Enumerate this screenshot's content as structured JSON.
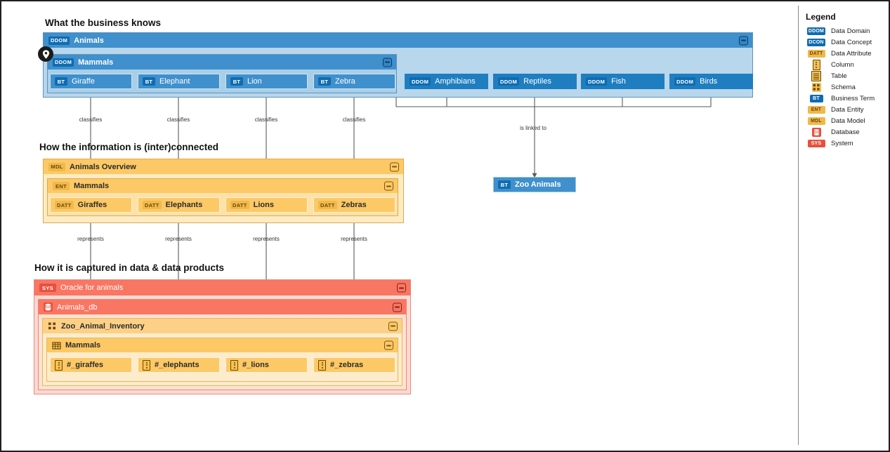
{
  "sections": [
    {
      "title": "What the business knows"
    },
    {
      "title": "How the information is (inter)connected"
    },
    {
      "title": "How it is captured in data & data products"
    }
  ],
  "business": {
    "domain": {
      "tag": "DDOM",
      "label": "Animals"
    },
    "subdomain": {
      "tag": "DDOM",
      "label": "Mammals"
    },
    "terms": [
      {
        "tag": "BT",
        "label": "Giraffe"
      },
      {
        "tag": "BT",
        "label": "Elephant"
      },
      {
        "tag": "BT",
        "label": "Lion"
      },
      {
        "tag": "BT",
        "label": "Zebra"
      }
    ],
    "sibling_domains": [
      {
        "tag": "DDOM",
        "label": "Amphibians"
      },
      {
        "tag": "DDOM",
        "label": "Reptiles"
      },
      {
        "tag": "DDOM",
        "label": "Fish"
      },
      {
        "tag": "DDOM",
        "label": "Birds"
      }
    ],
    "linked_term": {
      "tag": "BT",
      "label": "Zoo Animals"
    }
  },
  "model": {
    "data_model": {
      "tag": "MDL",
      "label": "Animals Overview"
    },
    "entity": {
      "tag": "ENT",
      "label": "Mammals"
    },
    "attributes": [
      {
        "tag": "DATT",
        "label": "Giraffes"
      },
      {
        "tag": "DATT",
        "label": "Elephants"
      },
      {
        "tag": "DATT",
        "label": "Lions"
      },
      {
        "tag": "DATT",
        "label": "Zebras"
      }
    ]
  },
  "data": {
    "system": {
      "tag": "SYS",
      "label": "Oracle for animals"
    },
    "database": {
      "label": "Animals_db"
    },
    "schema": {
      "label": "Zoo_Animal_Inventory"
    },
    "table": {
      "label": "Mammals"
    },
    "columns": [
      {
        "label": "#_giraffes"
      },
      {
        "label": "#_elephants"
      },
      {
        "label": "#_lions"
      },
      {
        "label": "#_zebras"
      }
    ]
  },
  "edges": {
    "classifies": [
      "classifies",
      "classifies",
      "classifies",
      "classifies"
    ],
    "represents": [
      "represents",
      "represents",
      "represents",
      "represents"
    ],
    "linked": "is linked to"
  },
  "legend": {
    "title": "Legend",
    "items": [
      {
        "tag": "DDOM",
        "label": "Data Domain",
        "style": "blue"
      },
      {
        "tag": "DCON",
        "label": "Data Concept",
        "style": "blue"
      },
      {
        "tag": "DATT",
        "label": "Data Attribute",
        "style": "org"
      },
      {
        "tag": "",
        "label": "Column",
        "style": "icon-column"
      },
      {
        "tag": "",
        "label": "Table",
        "style": "icon-table"
      },
      {
        "tag": "",
        "label": "Schema",
        "style": "icon-schema"
      },
      {
        "tag": "BT",
        "label": "Business Term",
        "style": "blue"
      },
      {
        "tag": "ENT",
        "label": "Data Entity",
        "style": "org"
      },
      {
        "tag": "MDL",
        "label": "Data Model",
        "style": "org"
      },
      {
        "tag": "",
        "label": "Database",
        "style": "icon-db"
      },
      {
        "tag": "SYS",
        "label": "System",
        "style": "red"
      }
    ]
  },
  "colors": {
    "blue_header": "#3f90cc",
    "blue_tag": "#0f6cb0",
    "blue_light": "#b8d6ec",
    "orange_header": "#fcc966",
    "orange_light": "#fdebc4",
    "salmon": "#f97663",
    "red_tag": "#e8513f",
    "edge": "#5a5a5a"
  }
}
